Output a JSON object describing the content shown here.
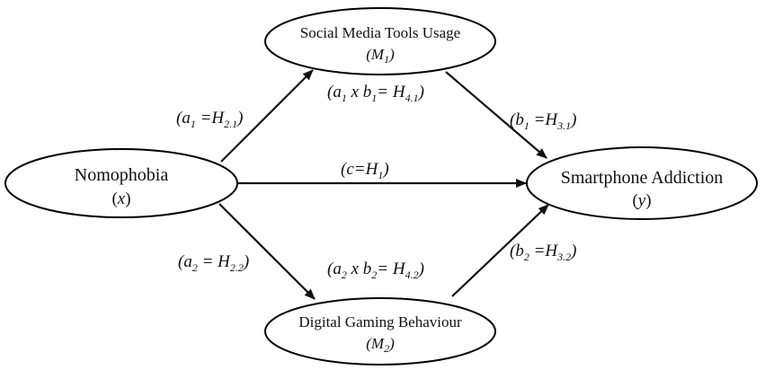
{
  "diagram": {
    "nodes": [
      {
        "id": "x",
        "label": "Nomophobia",
        "sub_open": "(",
        "sub_var": "x",
        "sub_close": ")"
      },
      {
        "id": "m1",
        "label": "Social Media Tools Usage",
        "sub_open": "(",
        "sub_var": "M",
        "sub_index": "1",
        "sub_close": ")"
      },
      {
        "id": "m2",
        "label": "Digital Gaming Behaviour",
        "sub_open": "(",
        "sub_var": "M",
        "sub_index": "2",
        "sub_close": ")"
      },
      {
        "id": "y",
        "label": "Smartphone Addiction",
        "sub_open": "(",
        "sub_var": "y",
        "sub_close": ")"
      }
    ],
    "edges": [
      {
        "from": "x",
        "to": "m1",
        "label": {
          "pre": "(a",
          "s1": "1",
          "mid": " =H",
          "s2": "2.1",
          "post": ")"
        }
      },
      {
        "from": "m1",
        "to": "y",
        "label": {
          "pre": "(b",
          "s1": "1",
          "mid": " =H",
          "s2": "3.1",
          "post": ")"
        }
      },
      {
        "from": "x",
        "to": "y",
        "label": {
          "pre": "(c=H",
          "s1": "1",
          "post": ")"
        }
      },
      {
        "from": "x",
        "to": "m2",
        "label": {
          "pre": "(a",
          "s1": "2",
          "mid": " = H",
          "s2": "2.2",
          "post": ")"
        }
      },
      {
        "from": "m2",
        "to": "y",
        "label": {
          "pre": "(b",
          "s1": "2",
          "mid": " =H",
          "s2": "3.2",
          "post": ")"
        }
      }
    ],
    "indirect_labels": [
      {
        "pre": "(a",
        "s1": "1",
        "mid1": " x b",
        "s2": "1",
        "mid2": "= H",
        "s3": "4.1",
        "post": ")"
      },
      {
        "pre": "(a",
        "s1": "2",
        "mid1": " x b",
        "s2": "2",
        "mid2": "= H",
        "s3": "4.2",
        "post": ")"
      }
    ]
  }
}
